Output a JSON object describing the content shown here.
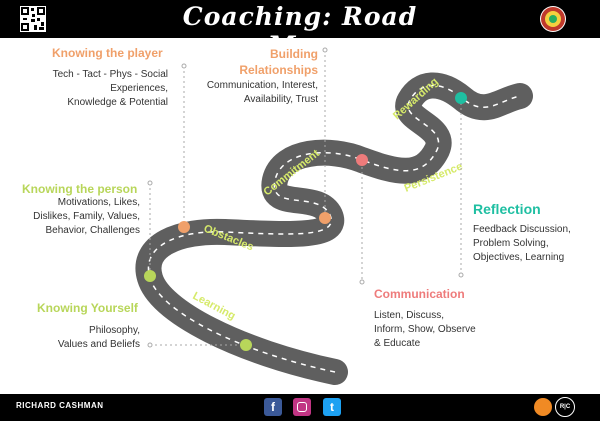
{
  "header": {
    "title": "Coaching: Road Map"
  },
  "footer": {
    "name": "RICHARD CASHMAN",
    "logo_text": "R|C"
  },
  "social": {
    "facebook": "f",
    "twitter": "t"
  },
  "road": {
    "words": [
      "Learning",
      "Obstacles",
      "Commitment",
      "Persistence",
      "Rewarding"
    ],
    "color": "#5f5f5f",
    "word_color": "#d6ea6a"
  },
  "sections": {
    "player": {
      "title": "Knowing the player",
      "lines": [
        "Tech - Tact - Phys - Social",
        "Experiences,",
        "Knowledge & Potential"
      ]
    },
    "relationships": {
      "title_lines": [
        "Building",
        "Relationships"
      ],
      "lines": [
        "Communication, Interest,",
        "Availability, Trust"
      ]
    },
    "person": {
      "title": "Knowing the person",
      "lines": [
        "Motivations, Likes,",
        "Dislikes, Family, Values,",
        "Behavior, Challenges"
      ]
    },
    "reflection": {
      "title": "Reflection",
      "lines": [
        "Feedback Discussion,",
        "Problem Solving,",
        "Objectives, Learning"
      ]
    },
    "yourself": {
      "title": "Knowing Yourself",
      "lines": [
        "Philosophy,",
        "Values and Beliefs"
      ]
    },
    "communication": {
      "title": "Communication",
      "lines": [
        "Listen, Discuss,",
        "Inform, Show, Observe",
        "& Educate"
      ]
    }
  },
  "colors": {
    "orange": "#f0a06a",
    "lime": "#b8d65a",
    "red": "#ee7b7b",
    "teal": "#1fbfa2"
  }
}
